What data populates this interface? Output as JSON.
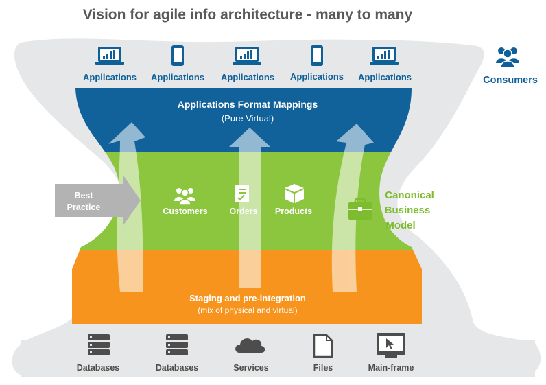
{
  "title": "Vision for agile info architecture - many to many",
  "consumers": {
    "label": "Consumers",
    "icon": "people-icon",
    "applications": [
      {
        "label": "Applications",
        "icon": "laptop-chart-icon"
      },
      {
        "label": "Applications",
        "icon": "mobile-phone-icon"
      },
      {
        "label": "Applications",
        "icon": "laptop-chart-icon"
      },
      {
        "label": "Applications",
        "icon": "mobile-phone-icon"
      },
      {
        "label": "Applications",
        "icon": "laptop-chart-icon"
      }
    ]
  },
  "mapping_layer": {
    "title": "Applications Format Mappings",
    "subtitle": "(Pure Virtual)",
    "color": "#11629a"
  },
  "canonical_layer": {
    "color": "#8cc63f",
    "label_lines": [
      "Canonical",
      "Business",
      "Model"
    ],
    "icon": "briefcase-icon",
    "entities": [
      {
        "label": "Customers",
        "icon": "people-icon"
      },
      {
        "label": "Orders",
        "icon": "order-checklist-icon"
      },
      {
        "label": "Products",
        "icon": "product-boxes-icon"
      }
    ]
  },
  "staging_layer": {
    "title": "Staging and pre-integration",
    "subtitle": "(mix of physical and virtual)",
    "color": "#f7941d"
  },
  "best_practice": {
    "lines": [
      "Best",
      "Practice"
    ],
    "color": "#b3b3b3"
  },
  "sources": [
    {
      "label": "Databases",
      "icon": "database-icon"
    },
    {
      "label": "Databases",
      "icon": "database-icon"
    },
    {
      "label": "Services",
      "icon": "cloud-icon"
    },
    {
      "label": "Files",
      "icon": "file-icon"
    },
    {
      "label": "Main-frame",
      "icon": "mainframe-icon"
    }
  ]
}
